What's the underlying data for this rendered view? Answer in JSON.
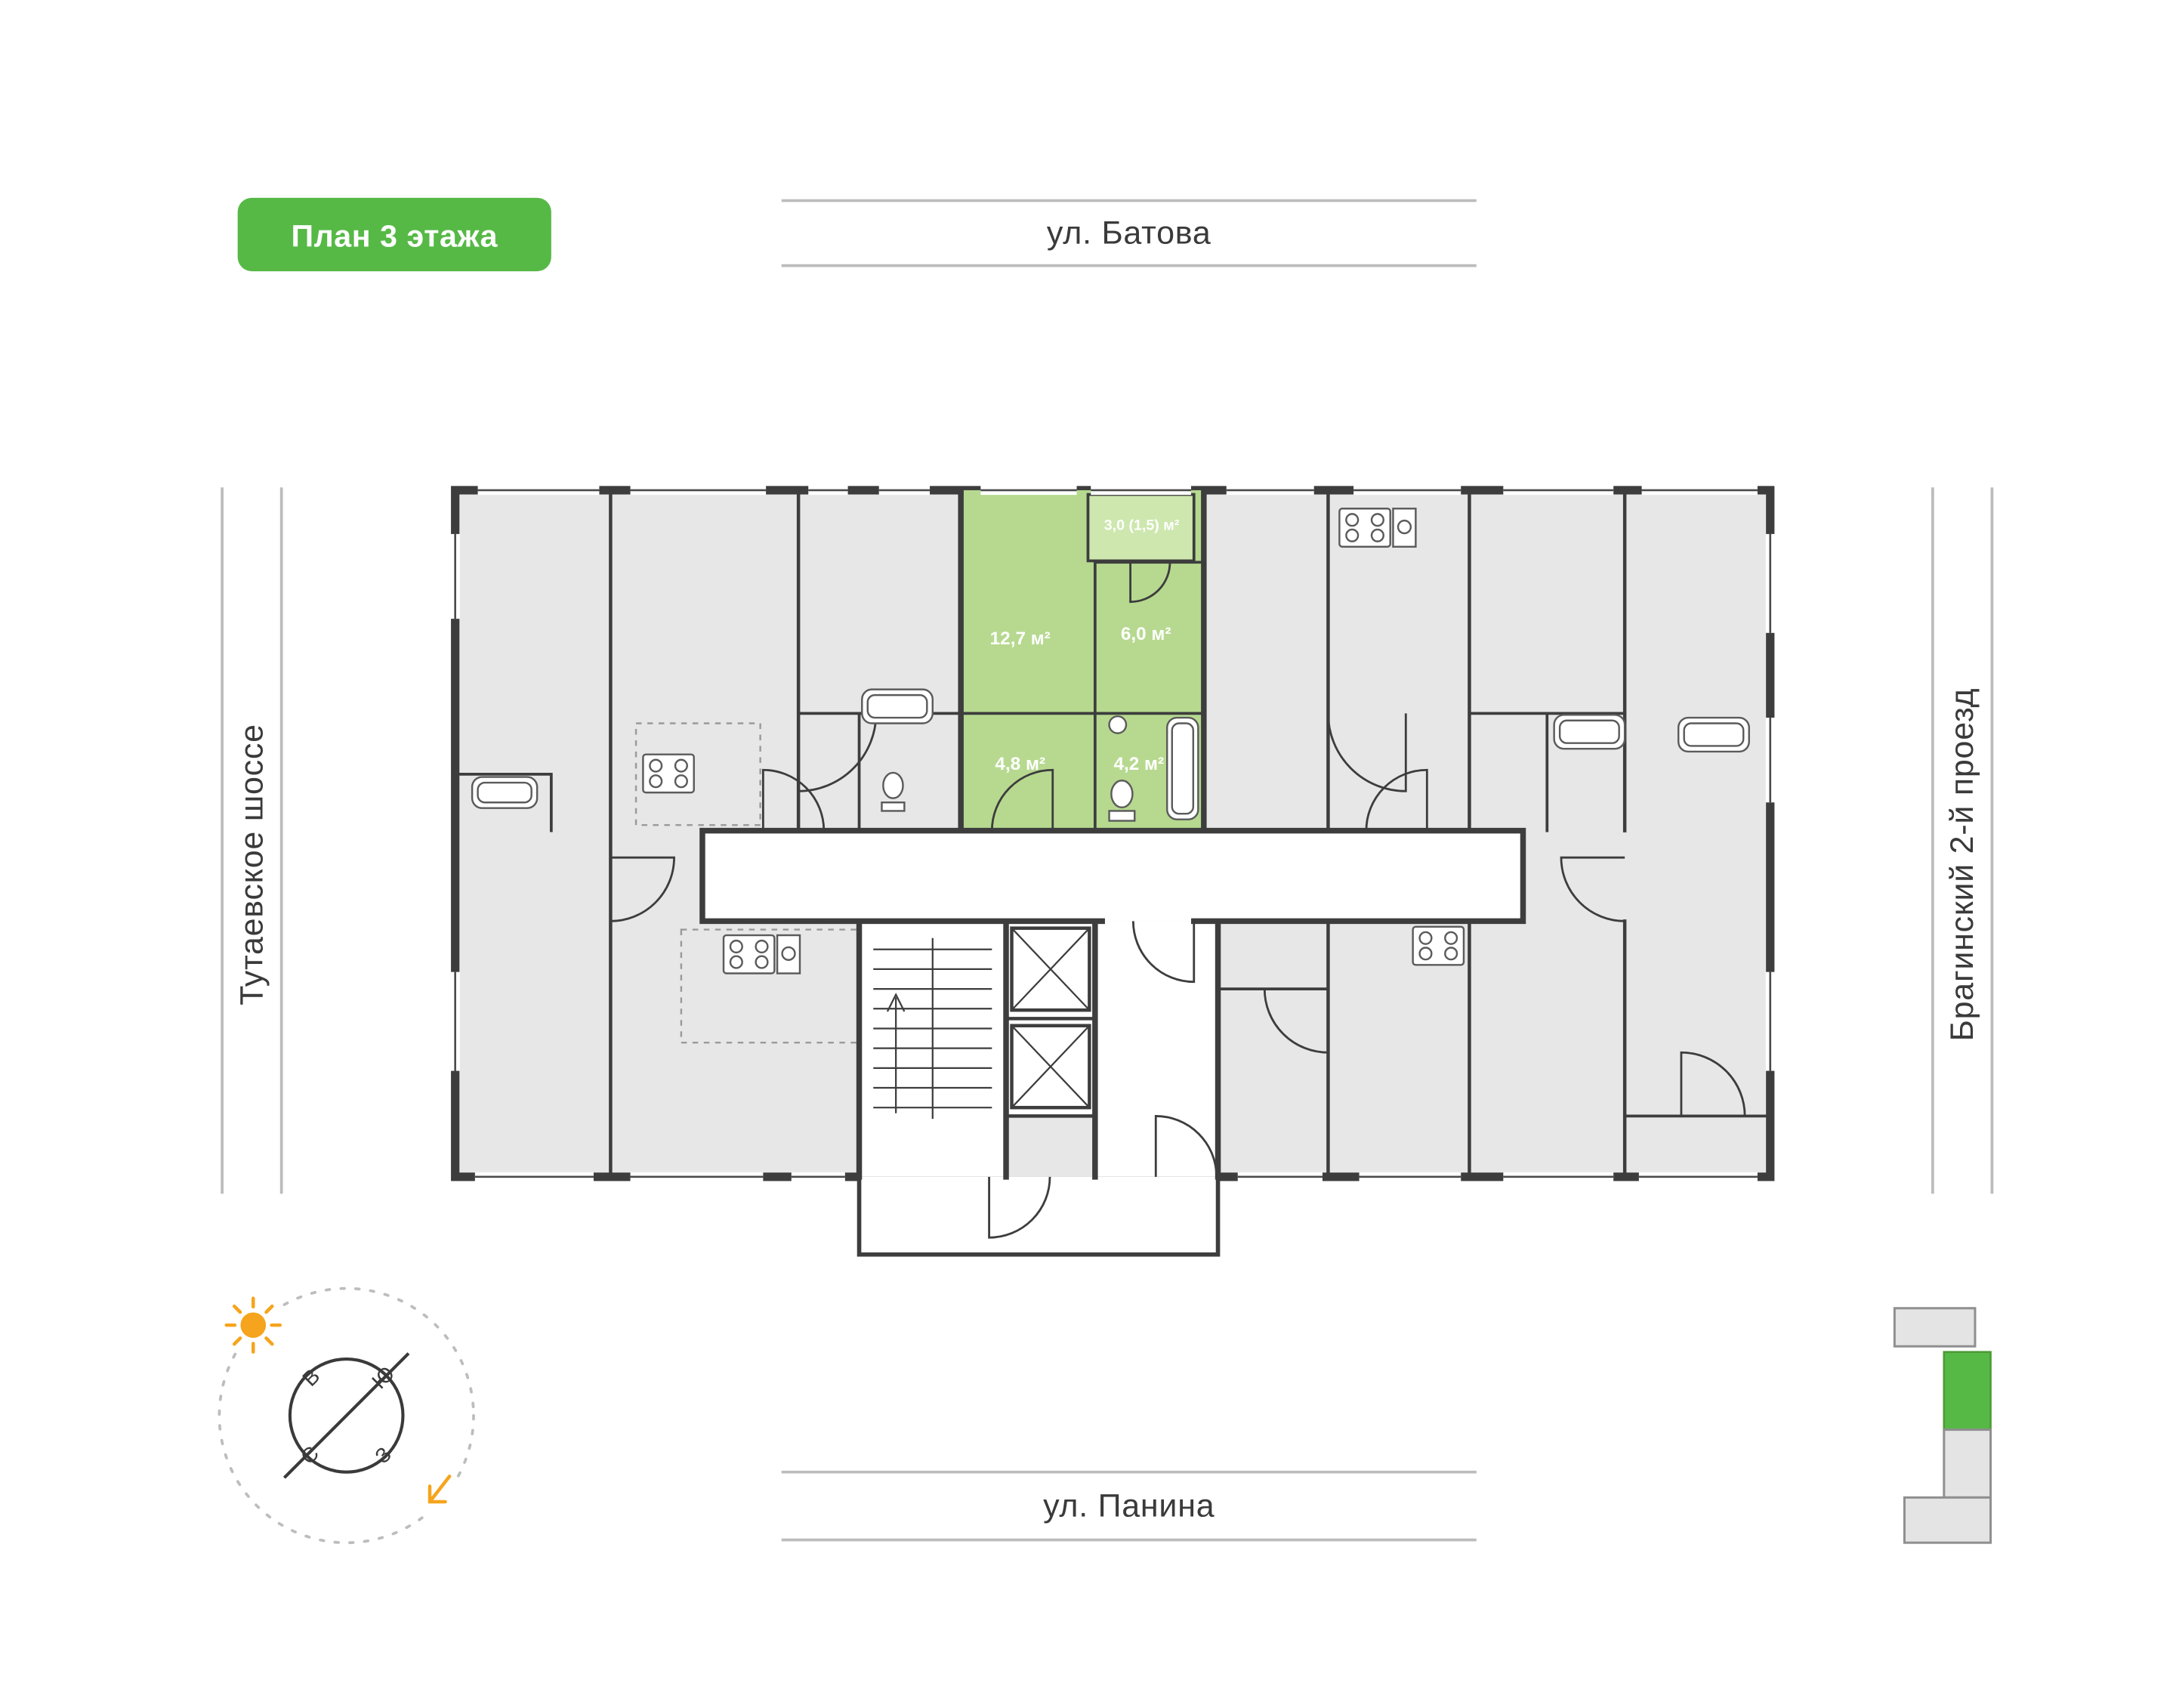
{
  "badge": {
    "label": "План 3 этажа",
    "background": "#56b946",
    "text_color": "#ffffff"
  },
  "streets": {
    "top": "ул. Батова",
    "bottom": "ул. Панина",
    "left": "Тутаевское шоссе",
    "right": "Брагинский 2-й проезд"
  },
  "compass": {
    "east": "В",
    "south": "Ю",
    "north": "С",
    "west": "З"
  },
  "apartment": {
    "highlight_color": "#b6d98f",
    "balcony_color": "#cde7ae",
    "rooms": {
      "balcony": "3,0 (1,5) м²",
      "living": "12,7 м²",
      "kitchen": "6,0 м²",
      "hall": "4,8 м²",
      "bathroom": "4,2 м²"
    }
  },
  "minimap": {
    "highlight_color": "#56b946"
  }
}
